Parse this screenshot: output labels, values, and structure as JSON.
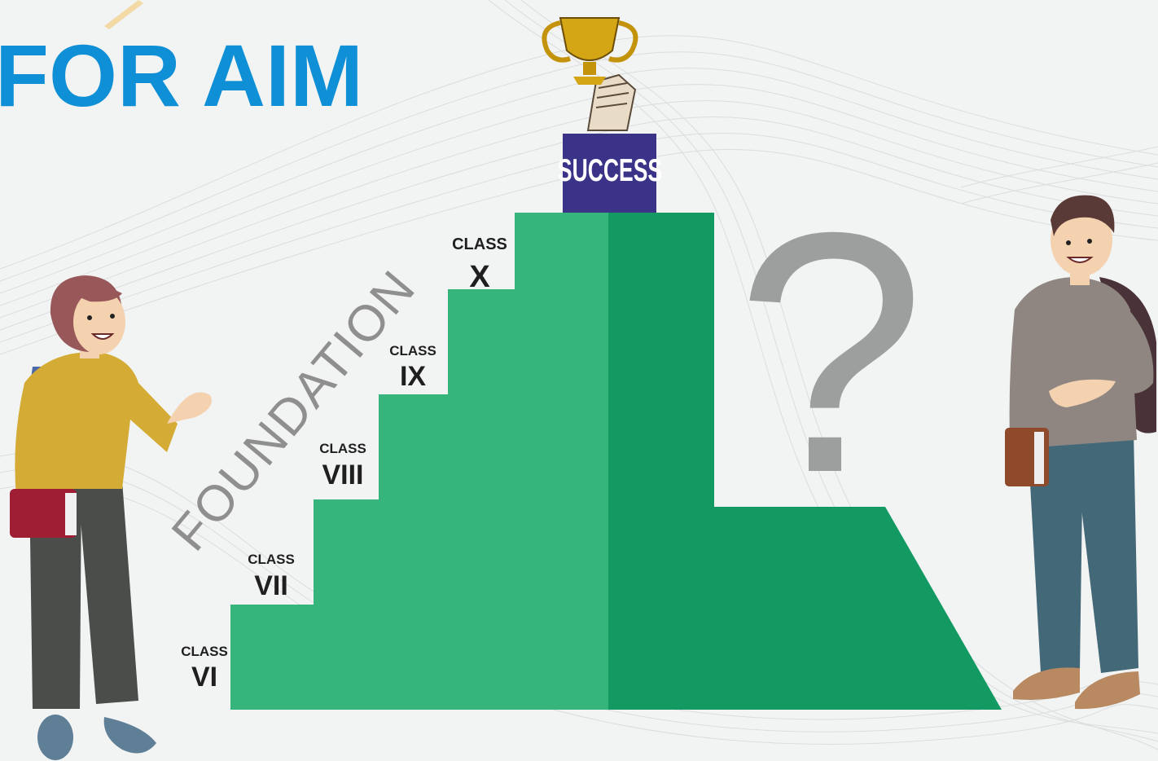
{
  "heading": "FOR AIM",
  "diagonal_label": "FOUNDATION",
  "top_label": "SUCCESS",
  "question_mark": "?",
  "class_word": "CLASS",
  "steps": [
    {
      "class_label": "CLASS",
      "roman": "VI"
    },
    {
      "class_label": "CLASS",
      "roman": "VII"
    },
    {
      "class_label": "CLASS",
      "roman": "VIII"
    },
    {
      "class_label": "CLASS",
      "roman": "IX"
    },
    {
      "class_label": "CLASS",
      "roman": "X"
    }
  ],
  "colors": {
    "heading": "#0e8fd6",
    "stairs_light": "#35b57c",
    "stairs_dark": "#139a63",
    "success_box": "#3a3387",
    "question": "#9d9e9e",
    "background": "#f2f3f3"
  },
  "illustrations": [
    "girl-student-with-backpack",
    "boy-student-with-backpack",
    "trophy-in-hand-icon"
  ]
}
